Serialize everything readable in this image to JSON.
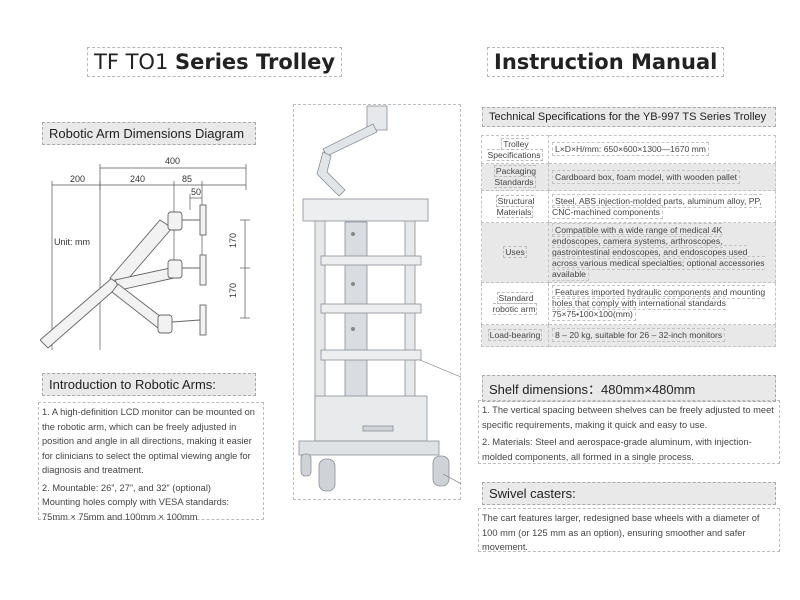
{
  "left_title": {
    "part1": "TF TO1",
    "part2": "Series Trolley"
  },
  "right_title": "Instruction Manual",
  "arm_diagram": {
    "heading": "Robotic Arm Dimensions Diagram",
    "unit_label": "Unit: mm",
    "dims": {
      "total": "400",
      "seg1": "200",
      "seg2": "240",
      "seg3": "85",
      "seg4": "50",
      "v1": "170",
      "v2": "170"
    }
  },
  "intro": {
    "heading": "Introduction to Robotic Arms:",
    "p1": "1. A high-definition LCD monitor can be mounted on the robotic arm, which can be freely adjusted in position and angle in all directions, making it easier for clinicians to select the optimal viewing angle for diagnosis and treatment.",
    "p2": "2. Mountable: 26”, 27”, and 32” (optional)",
    "p3": "Mounting holes comply with VESA standards:",
    "p4": "75mm × 75mm and 100mm × 100mm"
  },
  "specs": {
    "heading": "Technical Specifications for the YB-997 TS Series Trolley",
    "rows": [
      {
        "label": "Trolley Specifications",
        "value": "L×D×H/mm: 650×600×1300—1670 mm",
        "shade": false
      },
      {
        "label": "Packaging Standards",
        "value": "Cardboard box, foam model, with wooden pallet",
        "shade": true
      },
      {
        "label": "Structural Materials",
        "value": "Steel, ABS injection-molded parts, aluminum alloy, PP, CNC-machined components",
        "shade": false
      },
      {
        "label": "Uses",
        "value": "Compatible with a wide range of medical 4K endoscopes, camera systems, arthroscopes, gastrointestinal endoscopes, and endoscopes used across various medical specialties; optional accessories available",
        "shade": true
      },
      {
        "label": "Standard robotic arm",
        "value": "Features imported hydraulic components and mounting holes that comply with international standards 75×75•100×100(mm)",
        "shade": false
      },
      {
        "label": "Load-bearing",
        "value": "8 – 20 kg, suitable for 26 – 32-inch monitors",
        "shade": true
      }
    ]
  },
  "shelf": {
    "heading": "Shelf dimensions：480mm×480mm",
    "p1": "1. The vertical spacing between shelves can be freely adjusted to meet specific requirements, making it quick and easy to use.",
    "p2": "2. Materials: Steel and aerospace-grade aluminum, with injection-molded components, all formed in a single process."
  },
  "casters": {
    "heading": "Swivel casters:",
    "p1": "The cart features larger, redesigned base wheels with a diameter of 100 mm (or 125 mm as an option), ensuring smoother and safer movement."
  },
  "colors": {
    "panel": "#e9e9e9",
    "border": "#bdbdbd",
    "text": "#333333",
    "trolley": "#e2e5e8"
  }
}
